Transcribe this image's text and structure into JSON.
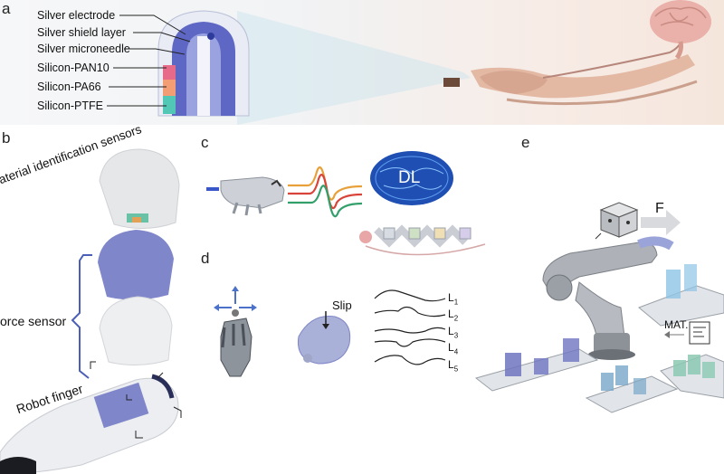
{
  "panels": {
    "a": {
      "letter": "a",
      "layers": [
        {
          "label": "Silver electrode",
          "color": "#3b5bdb"
        },
        {
          "label": "Silver shield layer",
          "color": "#9aa7e6"
        },
        {
          "label": "Silver microneedle",
          "color": "#c7cbe0"
        },
        {
          "label": "Silicon-PAN10",
          "color": "#e86a8a"
        },
        {
          "label": "Silicon-PA66",
          "color": "#f29d74"
        },
        {
          "label": "Silicon-PTFE",
          "color": "#52c7b6"
        }
      ]
    },
    "b": {
      "letter": "b",
      "material_label": "Material identification sensors",
      "force_label": "orce sensor",
      "finger_label": "Robot finger"
    },
    "c": {
      "letter": "c",
      "brain_text": "DL"
    },
    "d": {
      "letter": "d",
      "slip_label": "Slip",
      "signals": [
        {
          "letter": "L",
          "sub": "1"
        },
        {
          "letter": "L",
          "sub": "2"
        },
        {
          "letter": "L",
          "sub": "3"
        },
        {
          "letter": "L",
          "sub": "4"
        },
        {
          "letter": "L",
          "sub": "5"
        }
      ]
    },
    "e": {
      "letter": "e",
      "force_label": "F",
      "mat_label": "MAT."
    }
  },
  "colors": {
    "accent_blue": "#4b5fb8",
    "sensor_purple": "#7f86c9",
    "wave_red": "#d9443a",
    "wave_orange": "#e8a13a",
    "wave_green": "#33a06b"
  }
}
